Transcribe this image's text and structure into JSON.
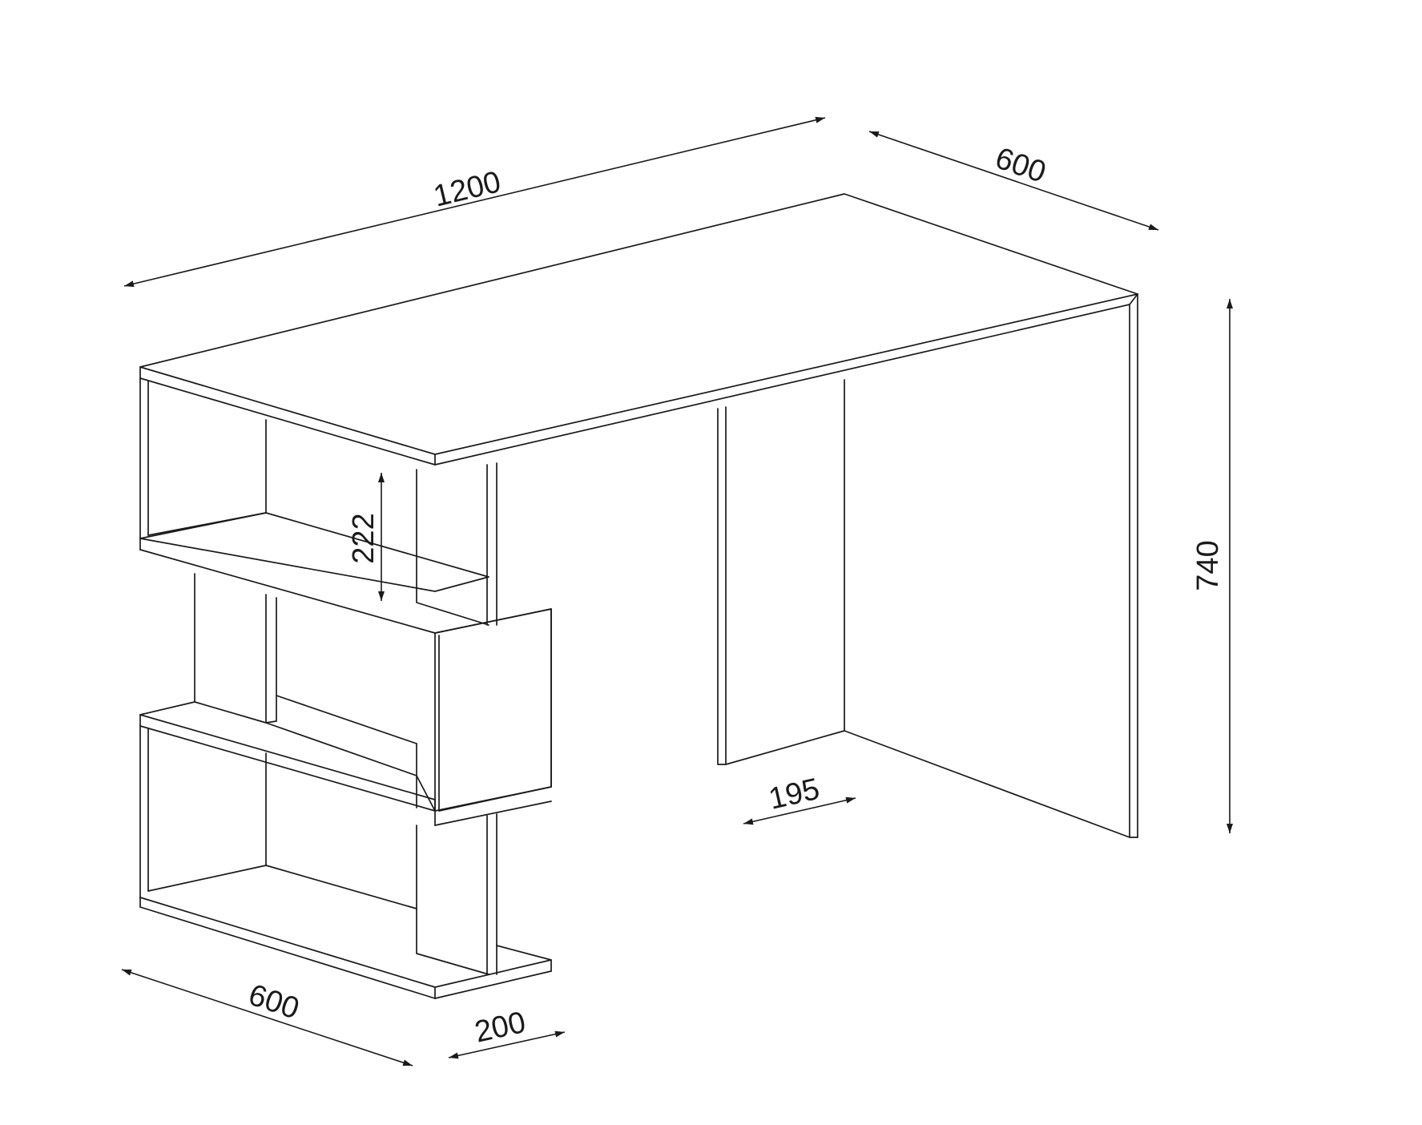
{
  "colors": {
    "line": "#1a1a1a",
    "background": "#ffffff"
  },
  "dimensions": {
    "width": "1200",
    "depth_top": "600",
    "height": "740",
    "shelf_height": "222",
    "leg_width": "195",
    "shelf_depth": "600",
    "shelf_width": "200"
  }
}
